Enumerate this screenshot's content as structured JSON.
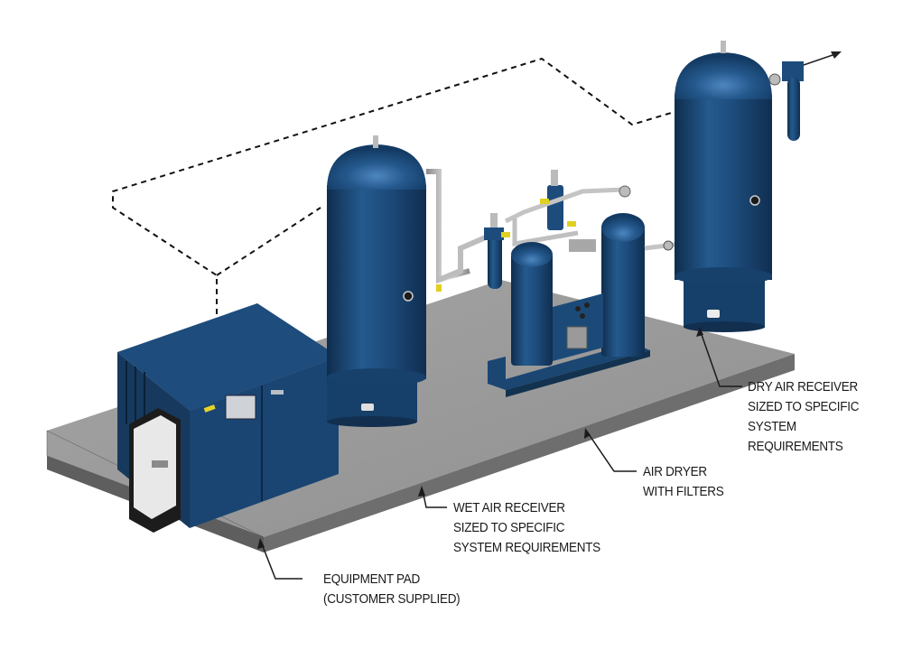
{
  "diagram": {
    "title": "Compressed air system layout",
    "colors": {
      "tank_blue": "#1f4e7e",
      "tank_dark": "#123457",
      "pad_gray": "#9a9a9a",
      "pad_dark": "#6b6b6b",
      "fitting_yellow": "#e0d020",
      "pipe_silver": "#c8c8c8",
      "leader_line": "#1a1a1a"
    },
    "components": [
      {
        "id": "air-compressor",
        "name": "Air compressor"
      },
      {
        "id": "wet-air-receiver",
        "name": "Wet air receiver"
      },
      {
        "id": "air-dryer",
        "name": "Air dryer with filters"
      },
      {
        "id": "dry-air-receiver",
        "name": "Dry air receiver"
      },
      {
        "id": "outlet-filter",
        "name": "Outlet filter"
      },
      {
        "id": "equipment-pad",
        "name": "Equipment pad"
      }
    ],
    "callouts": {
      "dry_receiver": [
        "DRY AIR RECEIVER",
        "SIZED TO SPECIFIC",
        "SYSTEM",
        "REQUIREMENTS"
      ],
      "air_dryer": [
        "AIR DRYER",
        "WITH FILTERS"
      ],
      "wet_receiver": [
        "WET AIR RECEIVER",
        "SIZED TO SPECIFIC",
        "SYSTEM REQUIREMENTS"
      ],
      "equipment_pad": [
        "EQUIPMENT PAD",
        "(CUSTOMER SUPPLIED)"
      ]
    }
  }
}
